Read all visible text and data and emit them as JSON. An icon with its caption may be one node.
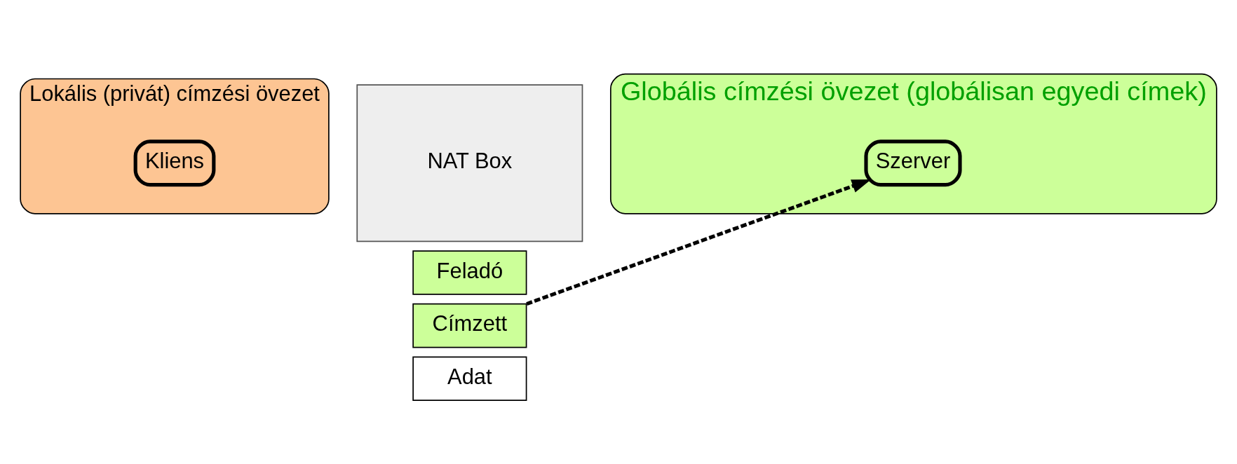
{
  "diagram": {
    "nodes": [
      {
        "text": [
          "Lokális (privát) címzési övezet"
        ]
      },
      {
        "text": [
          "Kliens"
        ],
        "in": 0
      },
      {
        "text": [
          "NAT Box"
        ]
      },
      {
        "text": [
          "Feladó"
        ]
      },
      {
        "text": [
          "Címzett"
        ]
      },
      {
        "text": [
          "Adat"
        ]
      },
      {
        "text": [
          "Globális címzési övezet (globálisan egyedi címek)"
        ]
      },
      {
        "text": [
          "Szerver"
        ],
        "in": 6
      }
    ],
    "edges": [
      {
        "from": 4,
        "to": 7,
        "arrow": "to",
        "style": "dashed"
      }
    ]
  }
}
